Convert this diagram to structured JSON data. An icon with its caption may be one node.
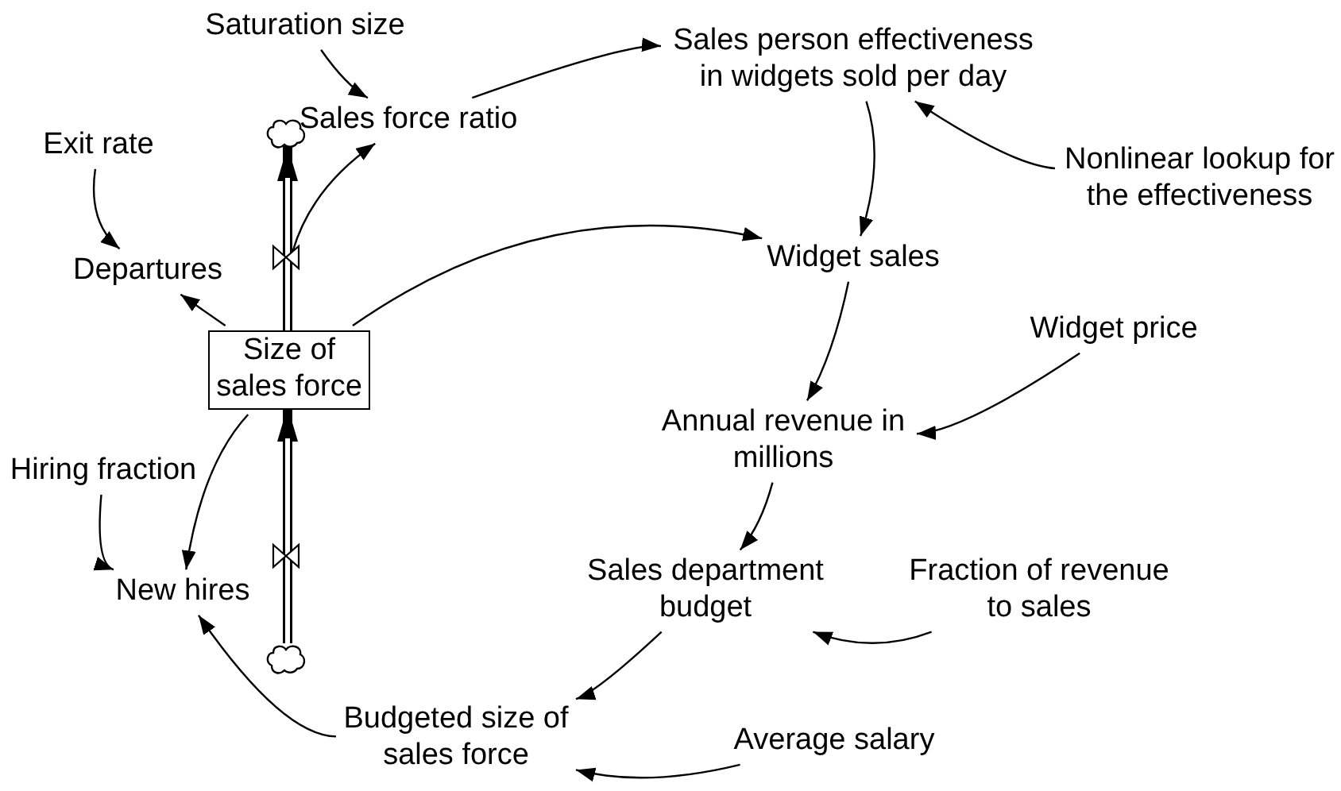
{
  "diagram": {
    "nodes": [
      {
        "text": [
          "Saturation size"
        ]
      },
      {
        "text": [
          "Sales person effectiveness in widgets sold per day"
        ]
      },
      {
        "text": [
          "Sales force ratio"
        ]
      },
      {
        "text": [
          "Exit rate"
        ]
      },
      {
        "text": [
          "Nonlinear lookup for the effectiveness"
        ]
      },
      {
        "text": [
          "Departures"
        ]
      },
      {
        "text": [
          "Widget sales"
        ]
      },
      {
        "text": [
          "Size of sales force"
        ]
      },
      {
        "text": [
          "Widget price"
        ]
      },
      {
        "text": [
          "Annual revenue in millions"
        ]
      },
      {
        "text": [
          "Hiring fraction"
        ]
      },
      {
        "text": [
          "New hires"
        ]
      },
      {
        "text": [
          "Sales department budget"
        ]
      },
      {
        "text": [
          "Fraction of revenue to sales"
        ]
      },
      {
        "text": [
          "Budgeted size of sales force"
        ]
      },
      {
        "text": [
          "Average salary"
        ]
      },
      {
        "text": [],
        "shape": "cloud"
      },
      {
        "text": [],
        "shape": "cloud"
      }
    ],
    "edges": [
      {
        "from": 7,
        "to": 16,
        "arrow": "to",
        "style": "thick"
      },
      {
        "from": 17,
        "to": 7,
        "arrow": "to",
        "style": "thick"
      },
      {
        "from": 0,
        "to": 2,
        "arrow": "to"
      },
      {
        "from": 2,
        "to": 1,
        "arrow": "to"
      },
      {
        "from": 7,
        "to": 2,
        "arrow": "to"
      },
      {
        "from": 7,
        "to": 6,
        "arrow": "to"
      },
      {
        "from": 7,
        "to": 5,
        "arrow": "to"
      },
      {
        "from": 3,
        "to": 5,
        "arrow": "to"
      },
      {
        "from": 1,
        "to": 6,
        "arrow": "to"
      },
      {
        "from": 4,
        "to": 1,
        "arrow": "to"
      },
      {
        "from": 6,
        "to": 9,
        "arrow": "to"
      },
      {
        "from": 8,
        "to": 9,
        "arrow": "to"
      },
      {
        "from": 9,
        "to": 12,
        "arrow": "to"
      },
      {
        "from": 13,
        "to": 12,
        "arrow": "to"
      },
      {
        "from": 12,
        "to": 14,
        "arrow": "to"
      },
      {
        "from": 15,
        "to": 14,
        "arrow": "to"
      },
      {
        "from": 14,
        "to": 11,
        "arrow": "to"
      },
      {
        "from": 10,
        "to": 11,
        "arrow": "to"
      },
      {
        "from": 7,
        "to": 11,
        "arrow": "to"
      }
    ]
  }
}
